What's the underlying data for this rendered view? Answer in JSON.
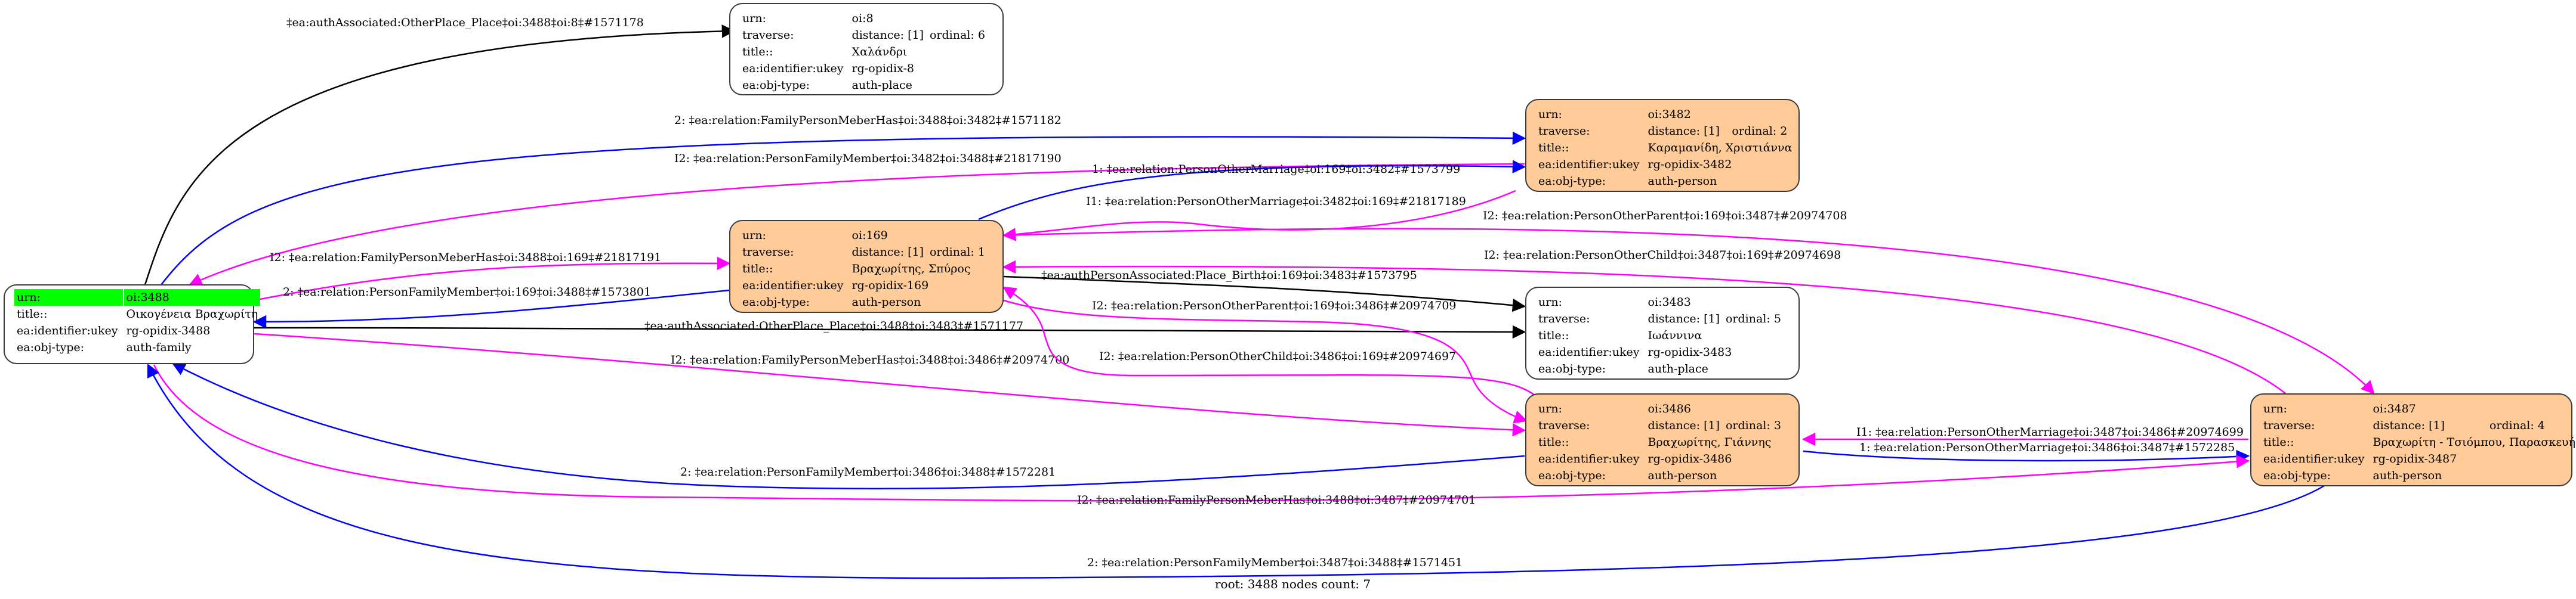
{
  "graph": {
    "footer": "root: 3488 nodes count: 7",
    "colors": {
      "person_fill": "#ffcc99",
      "place_fill": "#ffffff",
      "root_highlight": "#00ff00",
      "edge_black": "#000000",
      "edge_blue": "#0000ff",
      "edge_magenta": "#ff00ff"
    },
    "labels": {
      "urn": "urn:",
      "traverse": "traverse:",
      "title": "title::",
      "ukey": "ea:identifier:ukey",
      "objtype": "ea:obj-type:"
    },
    "nodes": {
      "n3488": {
        "urn": "oi:3488",
        "title": "Οικογένεια Βραχωρίτη",
        "ukey": "rg-opidix-3488",
        "objtype": "auth-family"
      },
      "n8": {
        "urn": "oi:8",
        "distance": "distance: [1]",
        "ordinal": "ordinal: 6",
        "title": "Χαλάνδρι",
        "ukey": "rg-opidix-8",
        "objtype": "auth-place"
      },
      "n3482": {
        "urn": "oi:3482",
        "distance": "distance: [1]",
        "ordinal": "ordinal: 2",
        "title": "Καραμανίδη, Χριστιάννα",
        "ukey": "rg-opidix-3482",
        "objtype": "auth-person"
      },
      "n169": {
        "urn": "oi:169",
        "distance": "distance: [1]",
        "ordinal": "ordinal: 1",
        "title": "Βραχωρίτης, Σπύρος",
        "ukey": "rg-opidix-169",
        "objtype": "auth-person"
      },
      "n3483": {
        "urn": "oi:3483",
        "distance": "distance: [1]",
        "ordinal": "ordinal: 5",
        "title": "Ιωάννινα",
        "ukey": "rg-opidix-3483",
        "objtype": "auth-place"
      },
      "n3486": {
        "urn": "oi:3486",
        "distance": "distance: [1]",
        "ordinal": "ordinal: 3",
        "title": "Βραχωρίτης, Γιάννης",
        "ukey": "rg-opidix-3486",
        "objtype": "auth-person"
      },
      "n3487": {
        "urn": "oi:3487",
        "distance": "distance: [1]",
        "ordinal": "ordinal: 4",
        "title": "Βραχωρίτη - Τσιόμπου, Παρασκευή",
        "ukey": "rg-opidix-3487",
        "objtype": "auth-person"
      }
    },
    "edges": [
      {
        "id": "e1",
        "from": "oi:3488",
        "to": "oi:8",
        "color": "black",
        "label": "‡ea:authAssociated:OtherPlace_Place‡oi:3488‡oi:8‡#1571178"
      },
      {
        "id": "e2",
        "from": "oi:3488",
        "to": "oi:3482",
        "color": "blue",
        "label": "2: ‡ea:relation:FamilyPersonMeberHas‡oi:3488‡oi:3482‡#1571182"
      },
      {
        "id": "e3",
        "from": "oi:3482",
        "to": "oi:3488",
        "color": "magenta",
        "label": "I2: ‡ea:relation:PersonFamilyMember‡oi:3482‡oi:3488‡#21817190"
      },
      {
        "id": "e4",
        "from": "oi:169",
        "to": "oi:3482",
        "color": "blue",
        "label": "1: ‡ea:relation:PersonOtherMarriage‡oi:169‡oi:3482‡#1573799"
      },
      {
        "id": "e5",
        "from": "oi:3482",
        "to": "oi:169",
        "color": "magenta",
        "label": "I1: ‡ea:relation:PersonOtherMarriage‡oi:3482‡oi:169‡#21817189"
      },
      {
        "id": "e6",
        "from": "oi:169",
        "to": "oi:3487",
        "color": "magenta",
        "label": "I2: ‡ea:relation:PersonOtherParent‡oi:169‡oi:3487‡#20974708"
      },
      {
        "id": "e7",
        "from": "oi:3488",
        "to": "oi:169",
        "color": "magenta",
        "label": "I2: ‡ea:relation:FamilyPersonMeberHas‡oi:3488‡oi:169‡#21817191"
      },
      {
        "id": "e8",
        "from": "oi:3487",
        "to": "oi:169",
        "color": "magenta",
        "label": "I2: ‡ea:relation:PersonOtherChild‡oi:3487‡oi:169‡#20974698"
      },
      {
        "id": "e9",
        "from": "oi:169",
        "to": "oi:3488",
        "color": "blue",
        "label": "2: ‡ea:relation:PersonFamilyMember‡oi:169‡oi:3488‡#1573801"
      },
      {
        "id": "e10",
        "from": "oi:169",
        "to": "oi:3483",
        "color": "black",
        "label": "‡ea:authPersonAssociated:Place_Birth‡oi:169‡oi:3483‡#1573795"
      },
      {
        "id": "e11",
        "from": "oi:3488",
        "to": "oi:3483",
        "color": "black",
        "label": "‡ea:authAssociated:OtherPlace_Place‡oi:3488‡oi:3483‡#1571177"
      },
      {
        "id": "e12",
        "from": "oi:169",
        "to": "oi:3486",
        "color": "magenta",
        "label": "I2: ‡ea:relation:PersonOtherParent‡oi:169‡oi:3486‡#20974709"
      },
      {
        "id": "e13",
        "from": "oi:3488",
        "to": "oi:3486",
        "color": "magenta",
        "label": "I2: ‡ea:relation:FamilyPersonMeberHas‡oi:3488‡oi:3486‡#20974700"
      },
      {
        "id": "e14",
        "from": "oi:3486",
        "to": "oi:169",
        "color": "magenta",
        "label": "I2: ‡ea:relation:PersonOtherChild‡oi:3486‡oi:169‡#20974697"
      },
      {
        "id": "e15",
        "from": "oi:3487",
        "to": "oi:3486",
        "color": "magenta",
        "label": "I1: ‡ea:relation:PersonOtherMarriage‡oi:3487‡oi:3486‡#20974699"
      },
      {
        "id": "e16",
        "from": "oi:3486",
        "to": "oi:3487",
        "color": "blue",
        "label": "1: ‡ea:relation:PersonOtherMarriage‡oi:3486‡oi:3487‡#1572285"
      },
      {
        "id": "e17",
        "from": "oi:3486",
        "to": "oi:3488",
        "color": "blue",
        "label": "2: ‡ea:relation:PersonFamilyMember‡oi:3486‡oi:3488‡#1572281"
      },
      {
        "id": "e18",
        "from": "oi:3488",
        "to": "oi:3487",
        "color": "magenta",
        "label": "I2: ‡ea:relation:FamilyPersonMeberHas‡oi:3488‡oi:3487‡#20974701"
      },
      {
        "id": "e19",
        "from": "oi:3487",
        "to": "oi:3488",
        "color": "blue",
        "label": "2: ‡ea:relation:PersonFamilyMember‡oi:3487‡oi:3488‡#1571451"
      }
    ]
  }
}
